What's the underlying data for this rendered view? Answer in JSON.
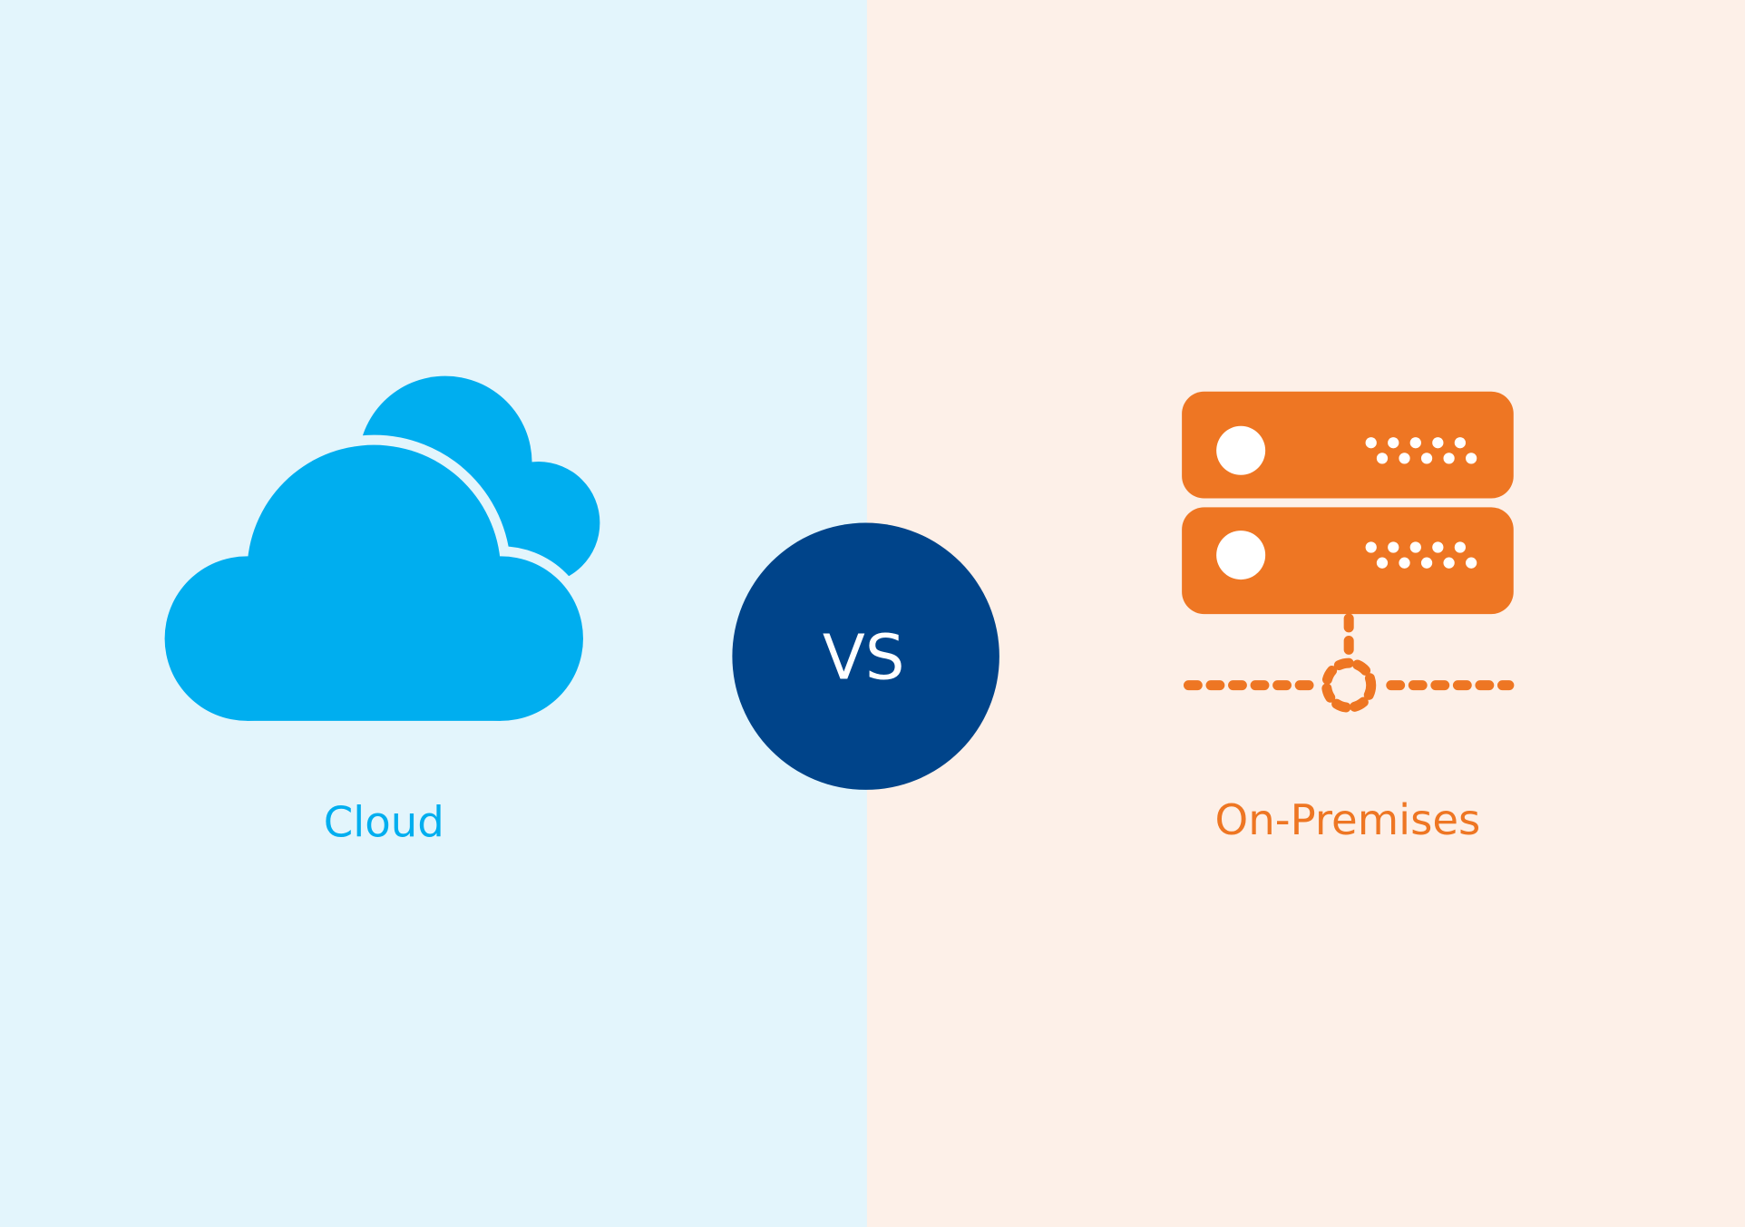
{
  "left": {
    "label": "Cloud",
    "icon": "cloud-icon",
    "color": "#00AEEF",
    "background": "#E3F5FC"
  },
  "center": {
    "label": "VS",
    "color": "#00448A"
  },
  "right": {
    "label": "On-Premises",
    "icon": "server-network-icon",
    "color": "#EE7623",
    "background": "#FDF0E8"
  }
}
